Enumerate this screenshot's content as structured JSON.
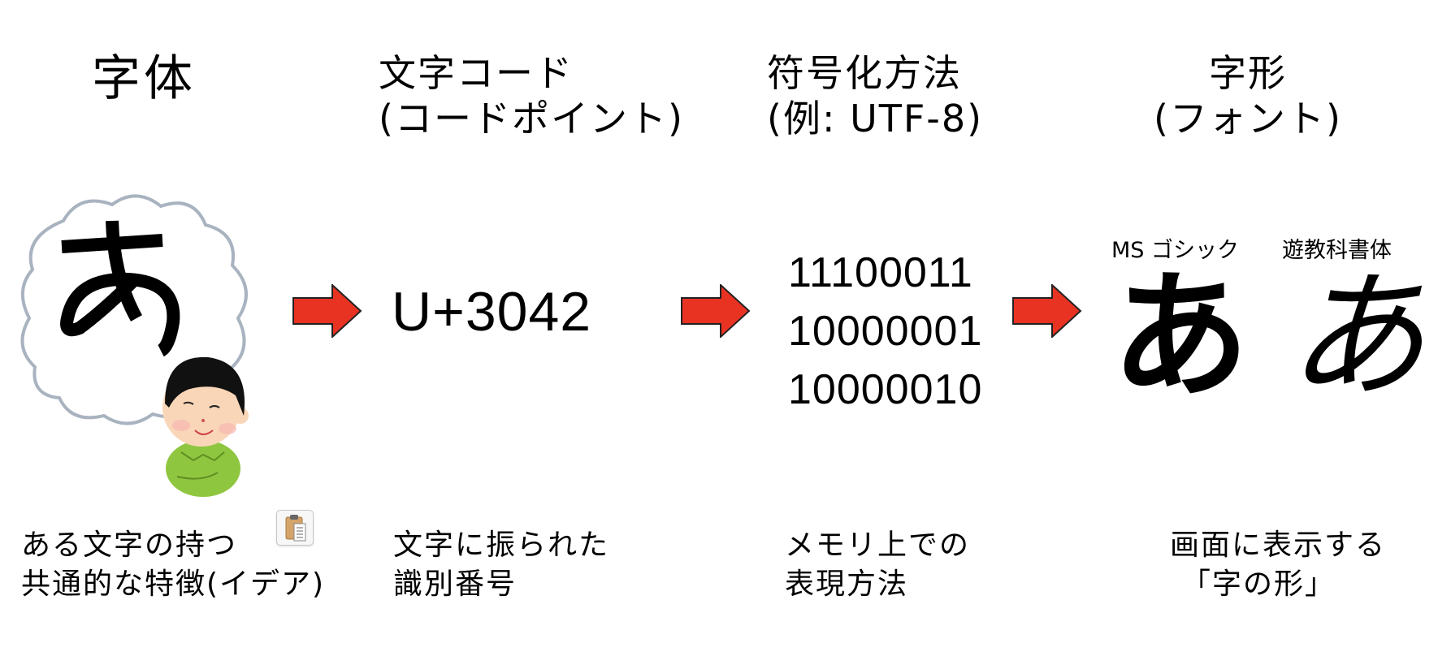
{
  "columns": [
    {
      "id": "jitai",
      "heading": "字体",
      "description_lines": [
        "ある文字の持つ",
        "共通的な特徴(イデア)"
      ],
      "illustration": {
        "type": "person-thinking",
        "thought_glyph": "あ"
      }
    },
    {
      "id": "charcode",
      "heading_lines": [
        "文字コード",
        "(コードポイント)"
      ],
      "value": "U+3042",
      "description_lines": [
        "文字に振られた",
        "識別番号"
      ]
    },
    {
      "id": "encoding",
      "heading_lines": [
        "符号化方法",
        "(例: UTF-8)"
      ],
      "bytes": [
        "11100011",
        "10000001",
        "10000010"
      ],
      "description_lines": [
        "メモリ上での",
        "表現方法"
      ]
    },
    {
      "id": "glyph",
      "heading_lines": [
        "字形",
        "(フォント)"
      ],
      "fonts": [
        {
          "label": "MS ゴシック",
          "glyph": "あ"
        },
        {
          "label": "遊教科書体",
          "glyph": "あ"
        }
      ],
      "description_lines": [
        "画面に表示する",
        "「字の形」"
      ]
    }
  ],
  "arrows": [
    {
      "from": "jitai",
      "to": "charcode"
    },
    {
      "from": "charcode",
      "to": "encoding"
    },
    {
      "from": "encoding",
      "to": "glyph"
    }
  ],
  "colors": {
    "arrow_fill": "#e83323",
    "arrow_stroke": "#222222",
    "cloud_stroke": "#a9b3c0",
    "shirt": "#8fc63f",
    "skin": "#f9d6b8",
    "hair": "#111111"
  },
  "icons": {
    "clipboard": "clipboard-icon"
  }
}
